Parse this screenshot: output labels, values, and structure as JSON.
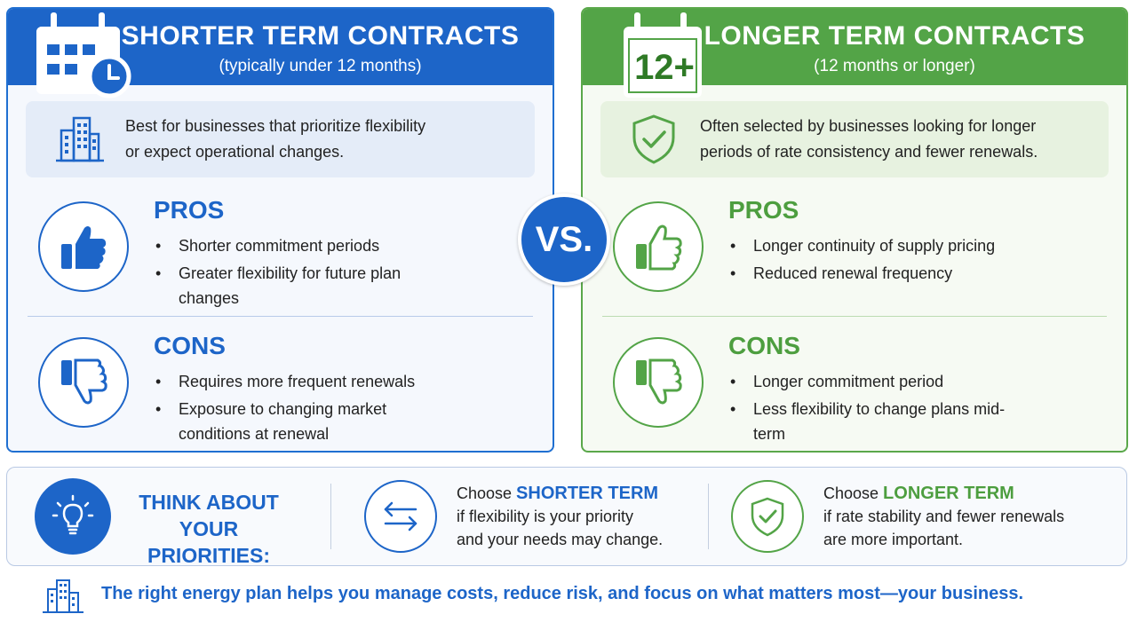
{
  "left": {
    "title": "SHORTER TERM CONTRACTS",
    "subtitle": "(typically under 12 months)",
    "intro_line1": "Best for businesses that prioritize flexibility",
    "intro_line2": "or expect operational changes.",
    "pros_title": "PROS",
    "pros": [
      "Shorter commitment periods",
      "Greater flexibility for future plan changes"
    ],
    "cons_title": "CONS",
    "cons": [
      "Requires more frequent renewals",
      "Exposure to changing market conditions at renewal"
    ]
  },
  "right": {
    "badge": "12+",
    "title": "LONGER TERM CONTRACTS",
    "subtitle": "(12 months or longer)",
    "intro_line1": "Often selected by businesses looking for longer",
    "intro_line2": "periods of rate consistency and fewer renewals.",
    "pros_title": "PROS",
    "pros": [
      "Longer continuity of supply pricing",
      "Reduced renewal frequency"
    ],
    "cons_title": "CONS",
    "cons": [
      "Longer commitment period",
      "Less flexibility to change plans mid-term"
    ]
  },
  "vs_label": "VS.",
  "priorities": {
    "title_line1": "THINK ABOUT",
    "title_line2": "YOUR PRIORITIES:",
    "short": {
      "prefix": "Choose ",
      "highlight": "SHORTER TERM",
      "line2": "if flexibility is your priority",
      "line3": "and your needs may change."
    },
    "long": {
      "prefix": "Choose ",
      "highlight": "LONGER TERM",
      "line2": "if rate stability and fewer renewals",
      "line3": "are more important."
    }
  },
  "footer_text": "The right energy plan helps you manage costs, reduce risk, and focus on what matters most—your business.",
  "colors": {
    "blue": "#1d65c8",
    "green": "#53a447"
  }
}
